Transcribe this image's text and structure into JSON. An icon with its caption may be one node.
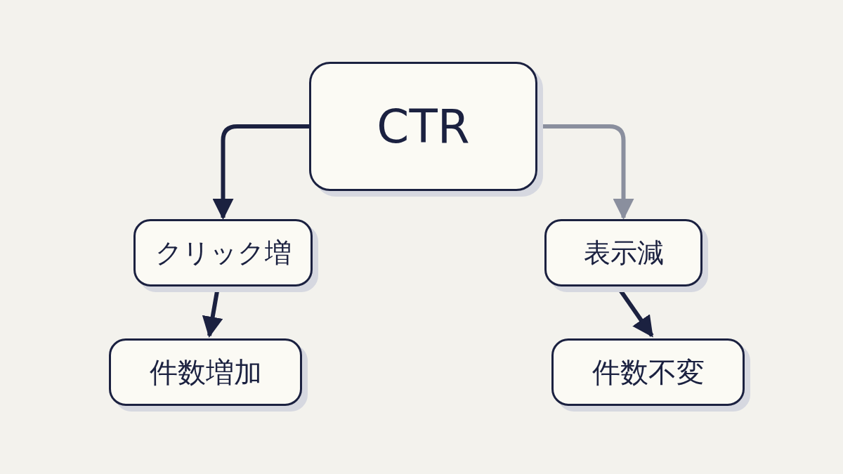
{
  "diagram": {
    "nodes": [
      {
        "text": [
          "CTR"
        ]
      },
      {
        "text": [
          "クリック増"
        ]
      },
      {
        "text": [
          "件数増加"
        ]
      },
      {
        "text": [
          "表示減"
        ]
      },
      {
        "text": [
          "件数不変"
        ]
      }
    ],
    "edges": [
      {
        "from": 0,
        "to": 1,
        "arrow": "to"
      },
      {
        "from": 0,
        "to": 3,
        "arrow": "to",
        "color": "#8a8f9e"
      },
      {
        "from": 1,
        "to": 2,
        "arrow": "to"
      },
      {
        "from": 3,
        "to": 4,
        "arrow": "to"
      }
    ]
  }
}
